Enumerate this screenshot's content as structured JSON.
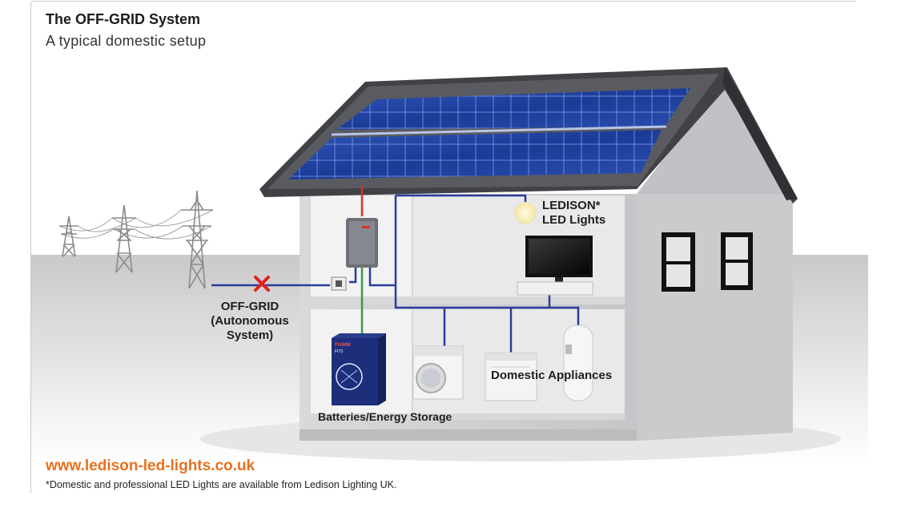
{
  "header": {
    "title": "The OFF-GRID System",
    "subtitle": "A typical domestic setup"
  },
  "labels": {
    "lights_line1": "LEDISON*",
    "lights_line2": "LED Lights",
    "offgrid_line1": "OFF-GRID",
    "offgrid_line2": "(Autonomous",
    "offgrid_line3": "System)",
    "appliances": "Domestic Appliances",
    "batteries": "Batteries/Energy Storage",
    "battery_brand": "FIAMM",
    "battery_model": "FIT3"
  },
  "footer": {
    "website": "www.ledison-led-lights.co.uk",
    "note": "*Domestic and professional LED Lights are available from Ledison Lighting UK."
  },
  "colors": {
    "accent": "#e8701e",
    "wire_blue": "#2c3b9c",
    "wire_red": "#d9302a",
    "wire_green": "#3c9a4a",
    "cross_red": "#e0201c"
  }
}
